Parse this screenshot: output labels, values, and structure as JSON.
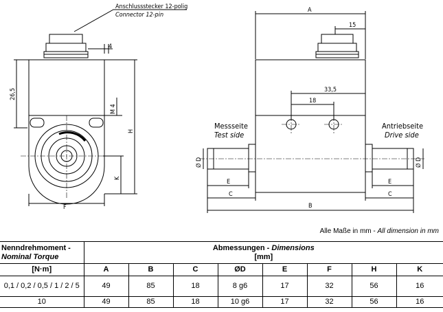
{
  "drawing": {
    "connector_label_de": "Anschlussstecker 12-polig",
    "connector_label_en": "Connector 12-pin",
    "dim_4": "4",
    "dim_m4": "M 4",
    "dim_26_5": "26,5",
    "dim_h": "H",
    "dim_k": "K",
    "dim_f": "F",
    "dim_a": "A",
    "dim_15": "15",
    "dim_33_5": "33,5",
    "dim_18": "18",
    "dim_b": "B",
    "dim_e": "E",
    "dim_c": "C",
    "dim_d": "Ø D",
    "test_side_de": "Messseite",
    "test_side_en": "Test side",
    "drive_side_de": "Antriebseite",
    "drive_side_en": "Drive side"
  },
  "note": {
    "de": "Alle Maße in mm - ",
    "en": "All dimension in mm"
  },
  "table": {
    "header_nominal_de": "Nenndrehmoment -",
    "header_nominal_en": "Nominal Torque",
    "header_dims_de": "Abmessungen - ",
    "header_dims_en": "Dimensions",
    "header_unit": "[mm]",
    "unit_nm": "[N·m]",
    "columns": [
      "A",
      "B",
      "C",
      "ØD",
      "E",
      "F",
      "H",
      "K"
    ],
    "rows": [
      {
        "torque": "0,1 / 0,2 / 0,5 / 1 / 2 / 5",
        "values": [
          "49",
          "85",
          "18",
          "8 g6",
          "17",
          "32",
          "56",
          "16"
        ]
      },
      {
        "torque": "10",
        "values": [
          "49",
          "85",
          "18",
          "10 g6",
          "17",
          "32",
          "56",
          "16"
        ]
      }
    ]
  }
}
